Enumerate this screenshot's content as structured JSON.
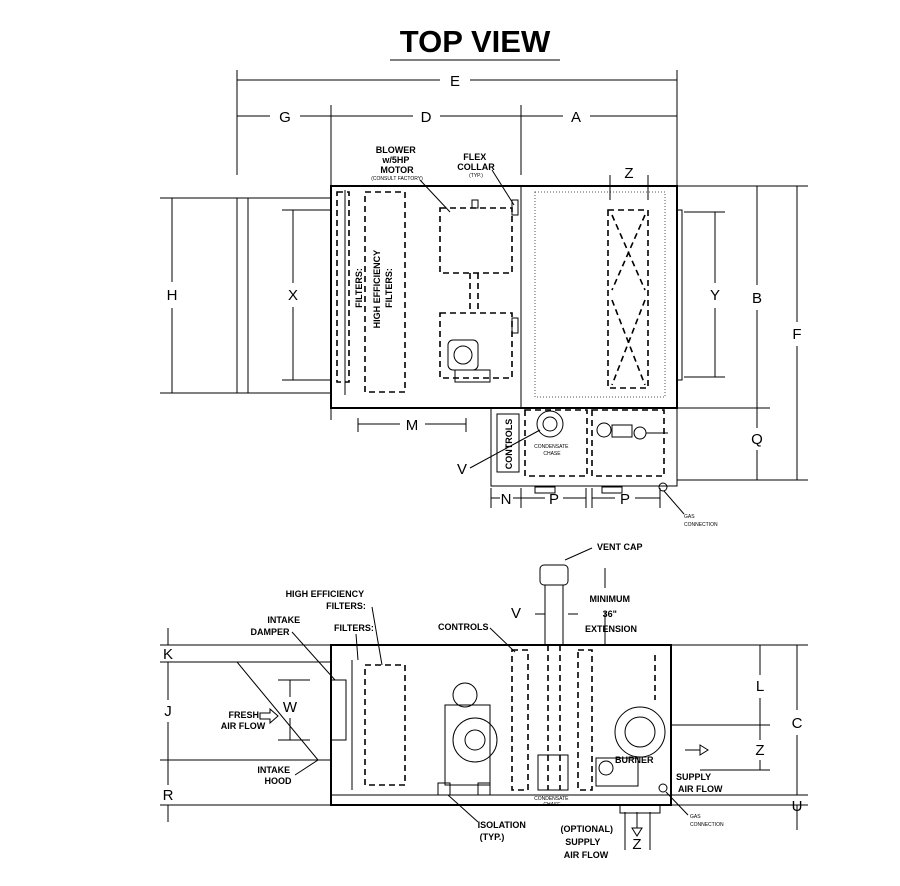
{
  "title": "TOP VIEW",
  "dimensions": {
    "E": "E",
    "G": "G",
    "D": "D",
    "A": "A",
    "Z": "Z",
    "H": "H",
    "X": "X",
    "Y": "Y",
    "B": "B",
    "F": "F",
    "Q": "Q",
    "M": "M",
    "V": "V",
    "N": "N",
    "P": "P",
    "K": "K",
    "J": "J",
    "W": "W",
    "R": "R",
    "L": "L",
    "C": "C",
    "U": "U"
  },
  "top_view": {
    "blower": [
      "BLOWER",
      "w/5HP",
      "MOTOR"
    ],
    "blower_note": "(CONSULT FACTORY)",
    "flex_collar": [
      "FLEX",
      "COLLAR"
    ],
    "typ_note": "(TYP.)",
    "filters": "FILTERS:",
    "high_eff_filters": [
      "HIGH EFFICIENCY",
      "FILTERS:"
    ],
    "controls": "CONTROLS",
    "condensate_chase": [
      "CONDENSATE",
      "CHASE"
    ],
    "gas_connection": [
      "GAS",
      "CONNECTION"
    ]
  },
  "side_view": {
    "vent_cap": "VENT CAP",
    "minimum_extension": [
      "MINIMUM",
      "36\"",
      "EXTENSION"
    ],
    "high_eff_filters": [
      "HIGH EFFICIENCY",
      "FILTERS:"
    ],
    "intake_damper": [
      "INTAKE",
      "DAMPER"
    ],
    "filters": "FILTERS:",
    "controls": "CONTROLS",
    "fresh_air_flow": [
      "FRESH",
      "AIR FLOW"
    ],
    "intake_hood": [
      "INTAKE",
      "HOOD"
    ],
    "burner": "BURNER",
    "supply_air_flow": [
      "SUPPLY",
      "AIR FLOW"
    ],
    "gas_connection": [
      "GAS",
      "CONNECTION"
    ],
    "condensate_chase": [
      "CONDENSATE",
      "CHASE"
    ],
    "isolation": [
      "ISOLATION",
      "(TYP.)"
    ],
    "optional_supply": [
      "(OPTIONAL)",
      "SUPPLY",
      "AIR FLOW"
    ]
  }
}
